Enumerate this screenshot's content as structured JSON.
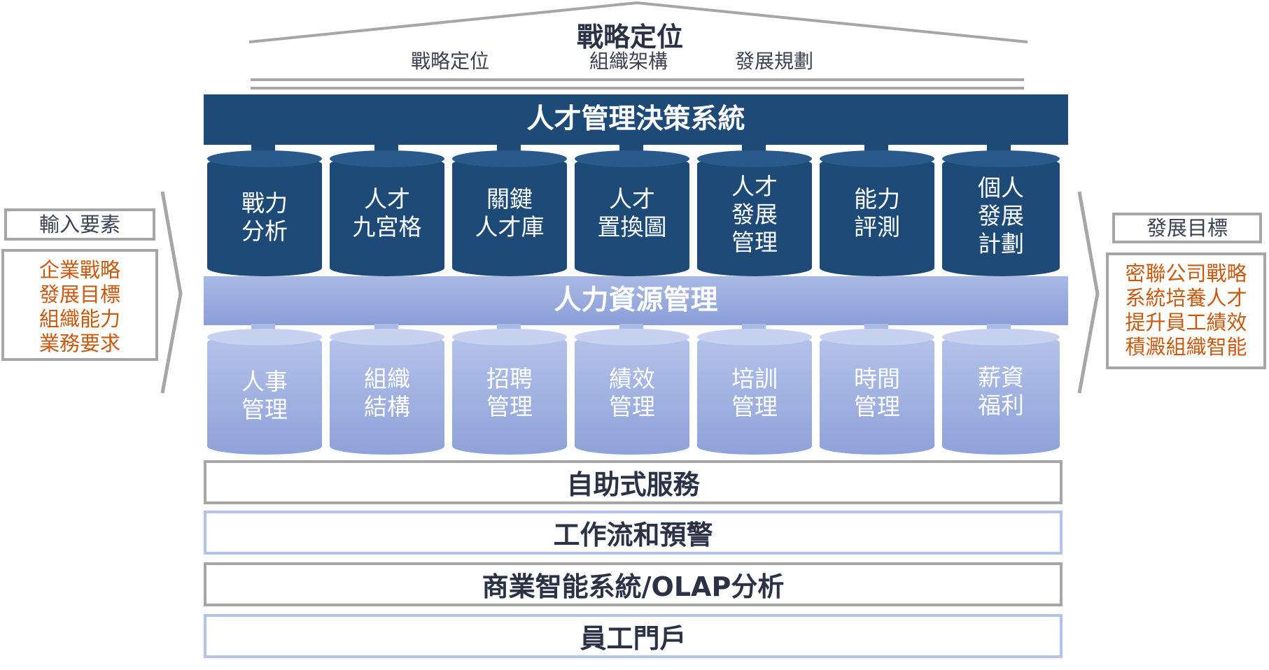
{
  "strategy": {
    "title": "戰略定位",
    "items": [
      "戰略定位",
      "組織架構",
      "發展規劃"
    ]
  },
  "decision_system": {
    "title": "人才管理決策系統",
    "modules": [
      "戰力\n分析",
      "人才\n九宮格",
      "關鍵\n人才庫",
      "人才\n置換圖",
      "人才\n發展\n管理",
      "能力\n評測",
      "個人\n發展\n計劃"
    ]
  },
  "hr_management": {
    "title": "人力資源管理",
    "modules": [
      "人事\n管理",
      "組織\n結構",
      "招聘\n管理",
      "績效\n管理",
      "培訓\n管理",
      "時間\n管理",
      "薪資\n福利"
    ]
  },
  "foundation_layers": [
    "自助式服務",
    "工作流和預警",
    "商業智能系統/OLAP分析",
    "員工門戶"
  ],
  "input": {
    "title": "輸入要素",
    "items": [
      "企業戰略",
      "發展目標",
      "組織能力",
      "業務要求"
    ]
  },
  "output": {
    "title": "發展目標",
    "items": [
      "密聯公司戰略",
      "系統培養人才",
      "提升員工績效",
      "積澱組織智能"
    ]
  },
  "colors": {
    "dark_blue": "#1e4a78",
    "light_blue": "#a9b9e4",
    "orange_text": "#c55a11",
    "gray_border": "#a6a6a6"
  }
}
